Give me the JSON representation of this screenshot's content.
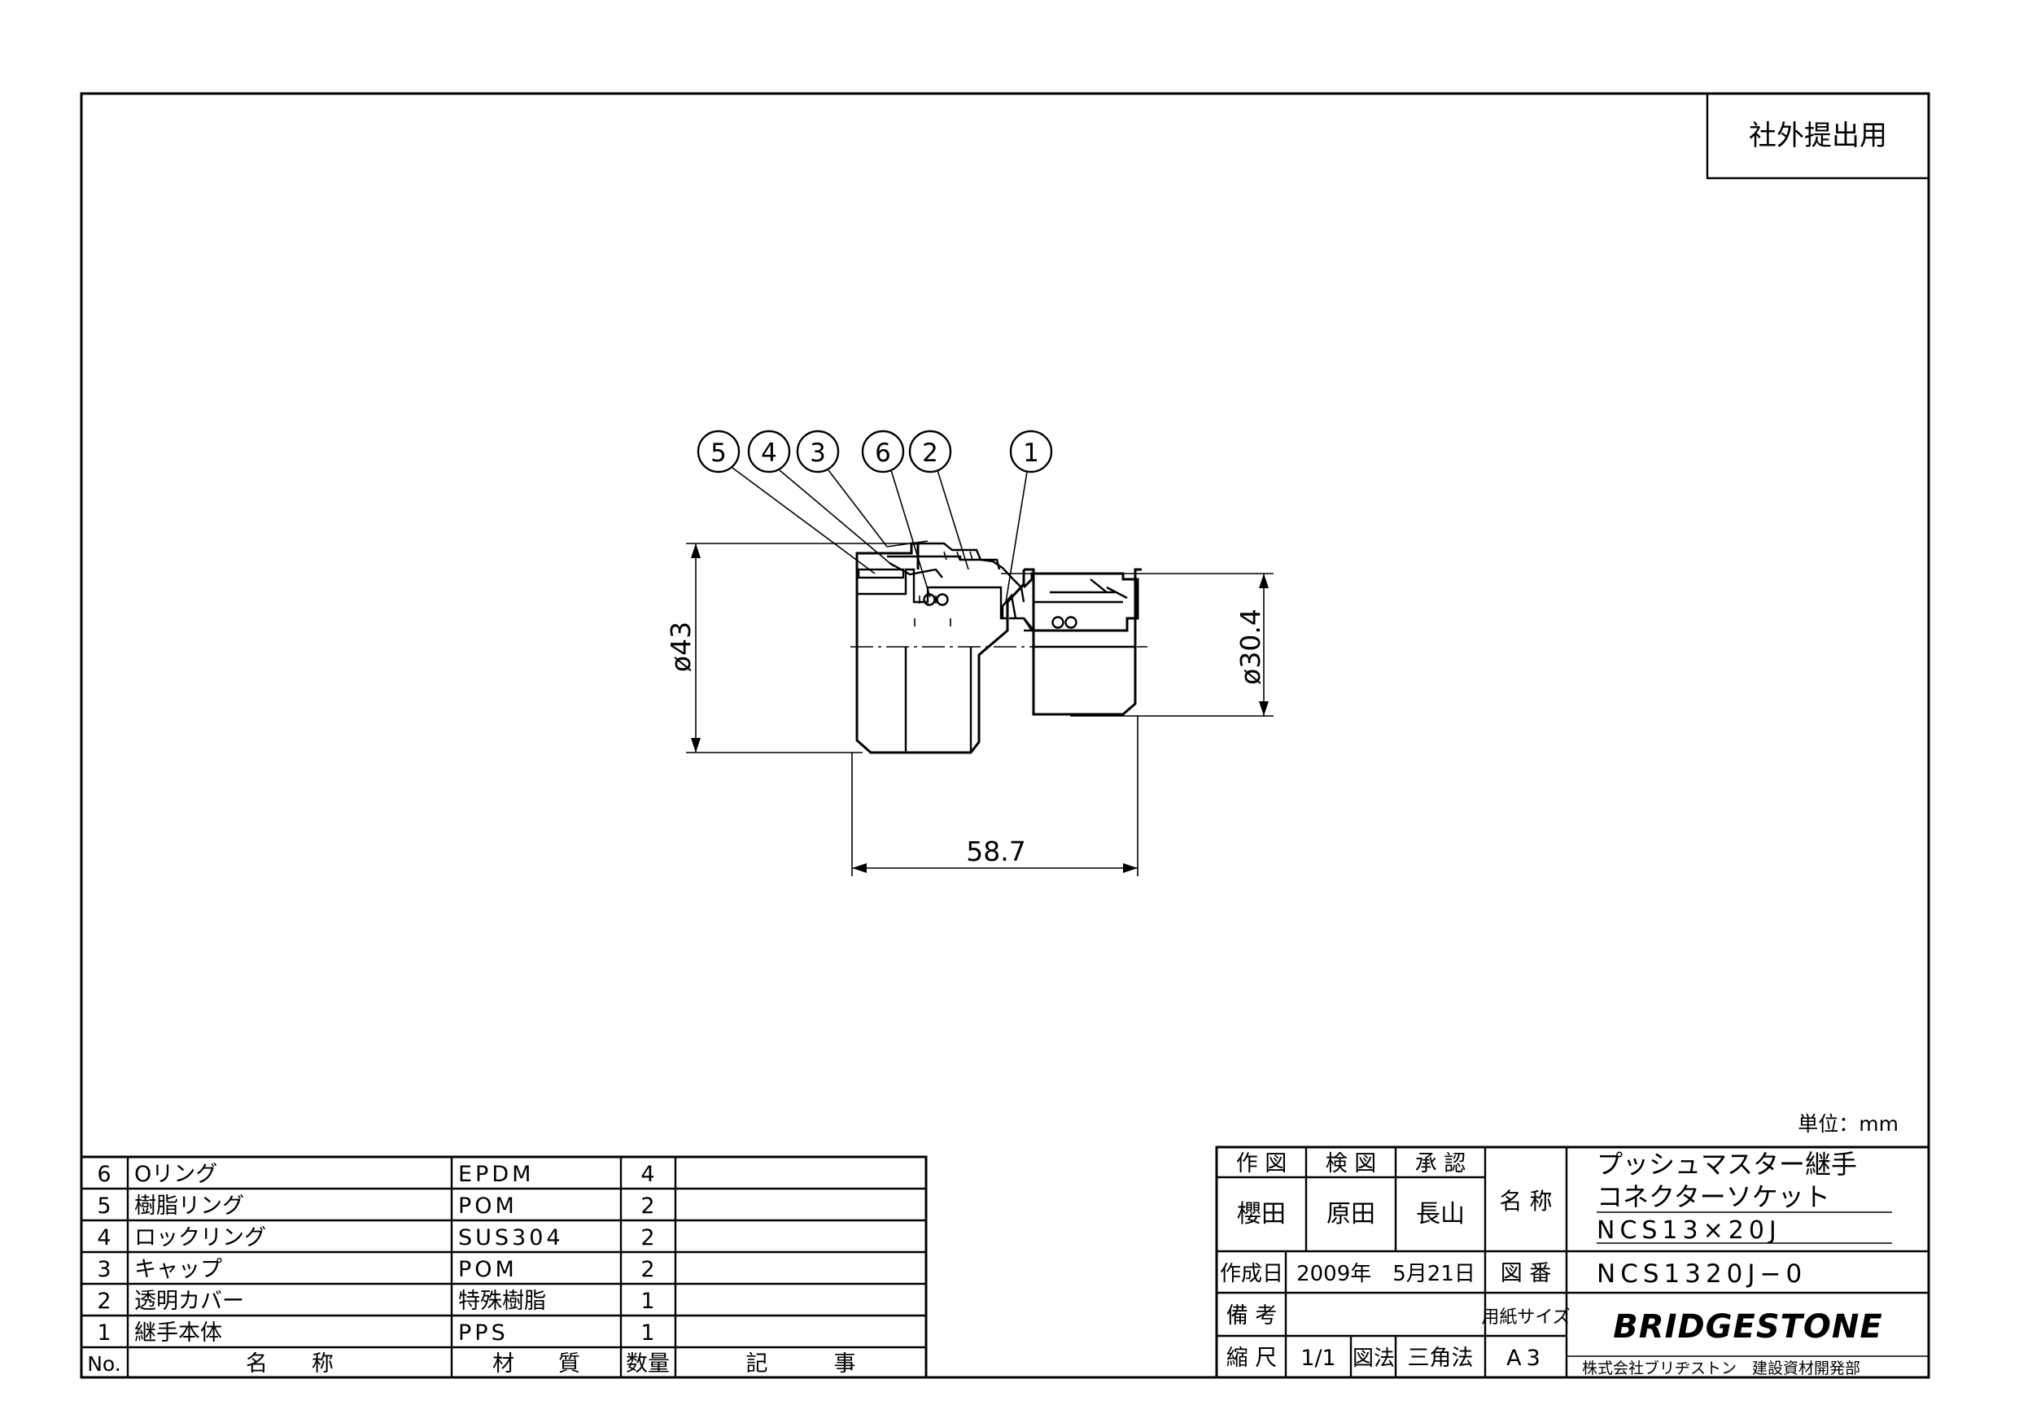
{
  "stamp": "社外提出用",
  "unit_label": "単位：mm",
  "dimensions": {
    "d_outer": "ø43",
    "d_inner": "ø30.4",
    "length": "58.7"
  },
  "balloons": [
    "5",
    "4",
    "3",
    "6",
    "2",
    "1"
  ],
  "parts_table": {
    "headers": {
      "no": "No.",
      "name": "名　　称",
      "material": "材　　質",
      "qty": "数量",
      "note": "記　　　事"
    },
    "rows": [
      {
        "no": "6",
        "name": "Oリング",
        "material": "EPDM",
        "qty": "4",
        "note": ""
      },
      {
        "no": "5",
        "name": "樹脂リング",
        "material": "POM",
        "qty": "2",
        "note": ""
      },
      {
        "no": "4",
        "name": "ロックリング",
        "material": "SUS304",
        "qty": "2",
        "note": ""
      },
      {
        "no": "3",
        "name": "キャップ",
        "material": "POM",
        "qty": "2",
        "note": ""
      },
      {
        "no": "2",
        "name": "透明カバー",
        "material": "特殊樹脂",
        "qty": "1",
        "note": ""
      },
      {
        "no": "1",
        "name": "継手本体",
        "material": "PPS",
        "qty": "1",
        "note": ""
      }
    ]
  },
  "title_block": {
    "drawn_label": "作 図",
    "checked_label": "検 図",
    "approved_label": "承 認",
    "drawn_by": "櫻田",
    "checked_by": "原田",
    "approved_by": "長山",
    "name_label": "名 称",
    "product_name_1": "プッシュマスター継手",
    "product_name_2": "コネクターソケット",
    "product_code": "NCS13×20J",
    "date_label": "作成日",
    "date_value": "2009年　5月21日",
    "drawing_no_label": "図 番",
    "drawing_no": "NCS1320J−0",
    "remarks_label": "備 考",
    "paper_label": "用紙サイズ",
    "scale_label": "縮 尺",
    "scale_value": "1/1",
    "projection_label": "図法",
    "projection_value": "三角法",
    "paper_value": "A3",
    "brand": "BRIDGESTONE",
    "company": "株式会社ブリヂストン　建設資材開発部"
  }
}
